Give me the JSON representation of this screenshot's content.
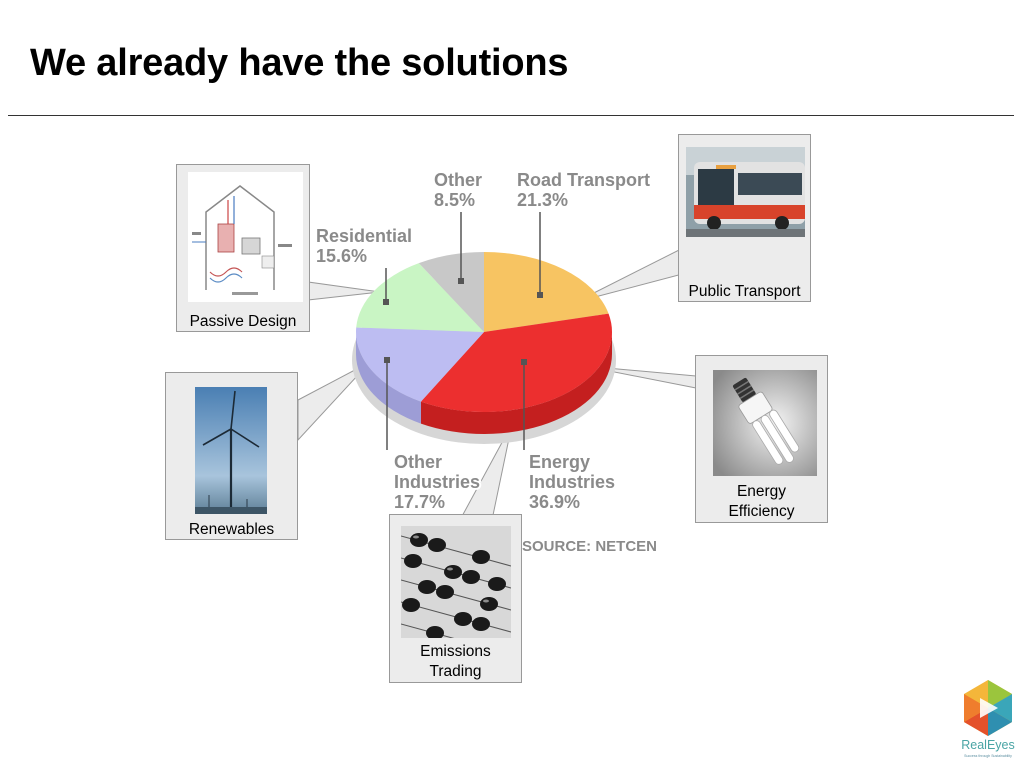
{
  "slide": {
    "title": "We already have the solutions"
  },
  "chart_data": {
    "type": "pie",
    "source": "SOURCE: NETCEN",
    "slices": [
      {
        "label_lines": [
          "Road Transport"
        ],
        "value_text": "21.3%",
        "value": 21.3,
        "color": "#f7c462",
        "side": "#d9a94e"
      },
      {
        "label_lines": [
          "Energy",
          "Industries"
        ],
        "value_text": "36.9%",
        "value": 36.9,
        "color": "#ec2f2f",
        "side": "#c41f1f"
      },
      {
        "label_lines": [
          "Other",
          "Industries"
        ],
        "value_text": "17.7%",
        "value": 17.7,
        "color": "#bdbdf2",
        "side": "#9d9dd6"
      },
      {
        "label_lines": [
          "Residential"
        ],
        "value_text": "15.6%",
        "value": 15.6,
        "color": "#c9f5c4",
        "side": "#a8d6a3"
      },
      {
        "label_lines": [
          "Other"
        ],
        "value_text": "8.5%",
        "value": 8.5,
        "color": "#c8c8c8",
        "side": "#a8a8a8"
      }
    ]
  },
  "callouts": {
    "public_transport": {
      "caption_lines": [
        "Public Transport"
      ]
    },
    "passive_design": {
      "caption_lines": [
        "Passive Design"
      ]
    },
    "renewables": {
      "caption_lines": [
        "Renewables"
      ]
    },
    "energy_efficiency": {
      "caption_lines": [
        "Energy",
        "Efficiency"
      ]
    },
    "emissions_trading": {
      "caption_lines": [
        "Emissions",
        "Trading"
      ]
    }
  },
  "logo": {
    "name": "RealEyes",
    "tagline": "Success through Sustainability"
  }
}
